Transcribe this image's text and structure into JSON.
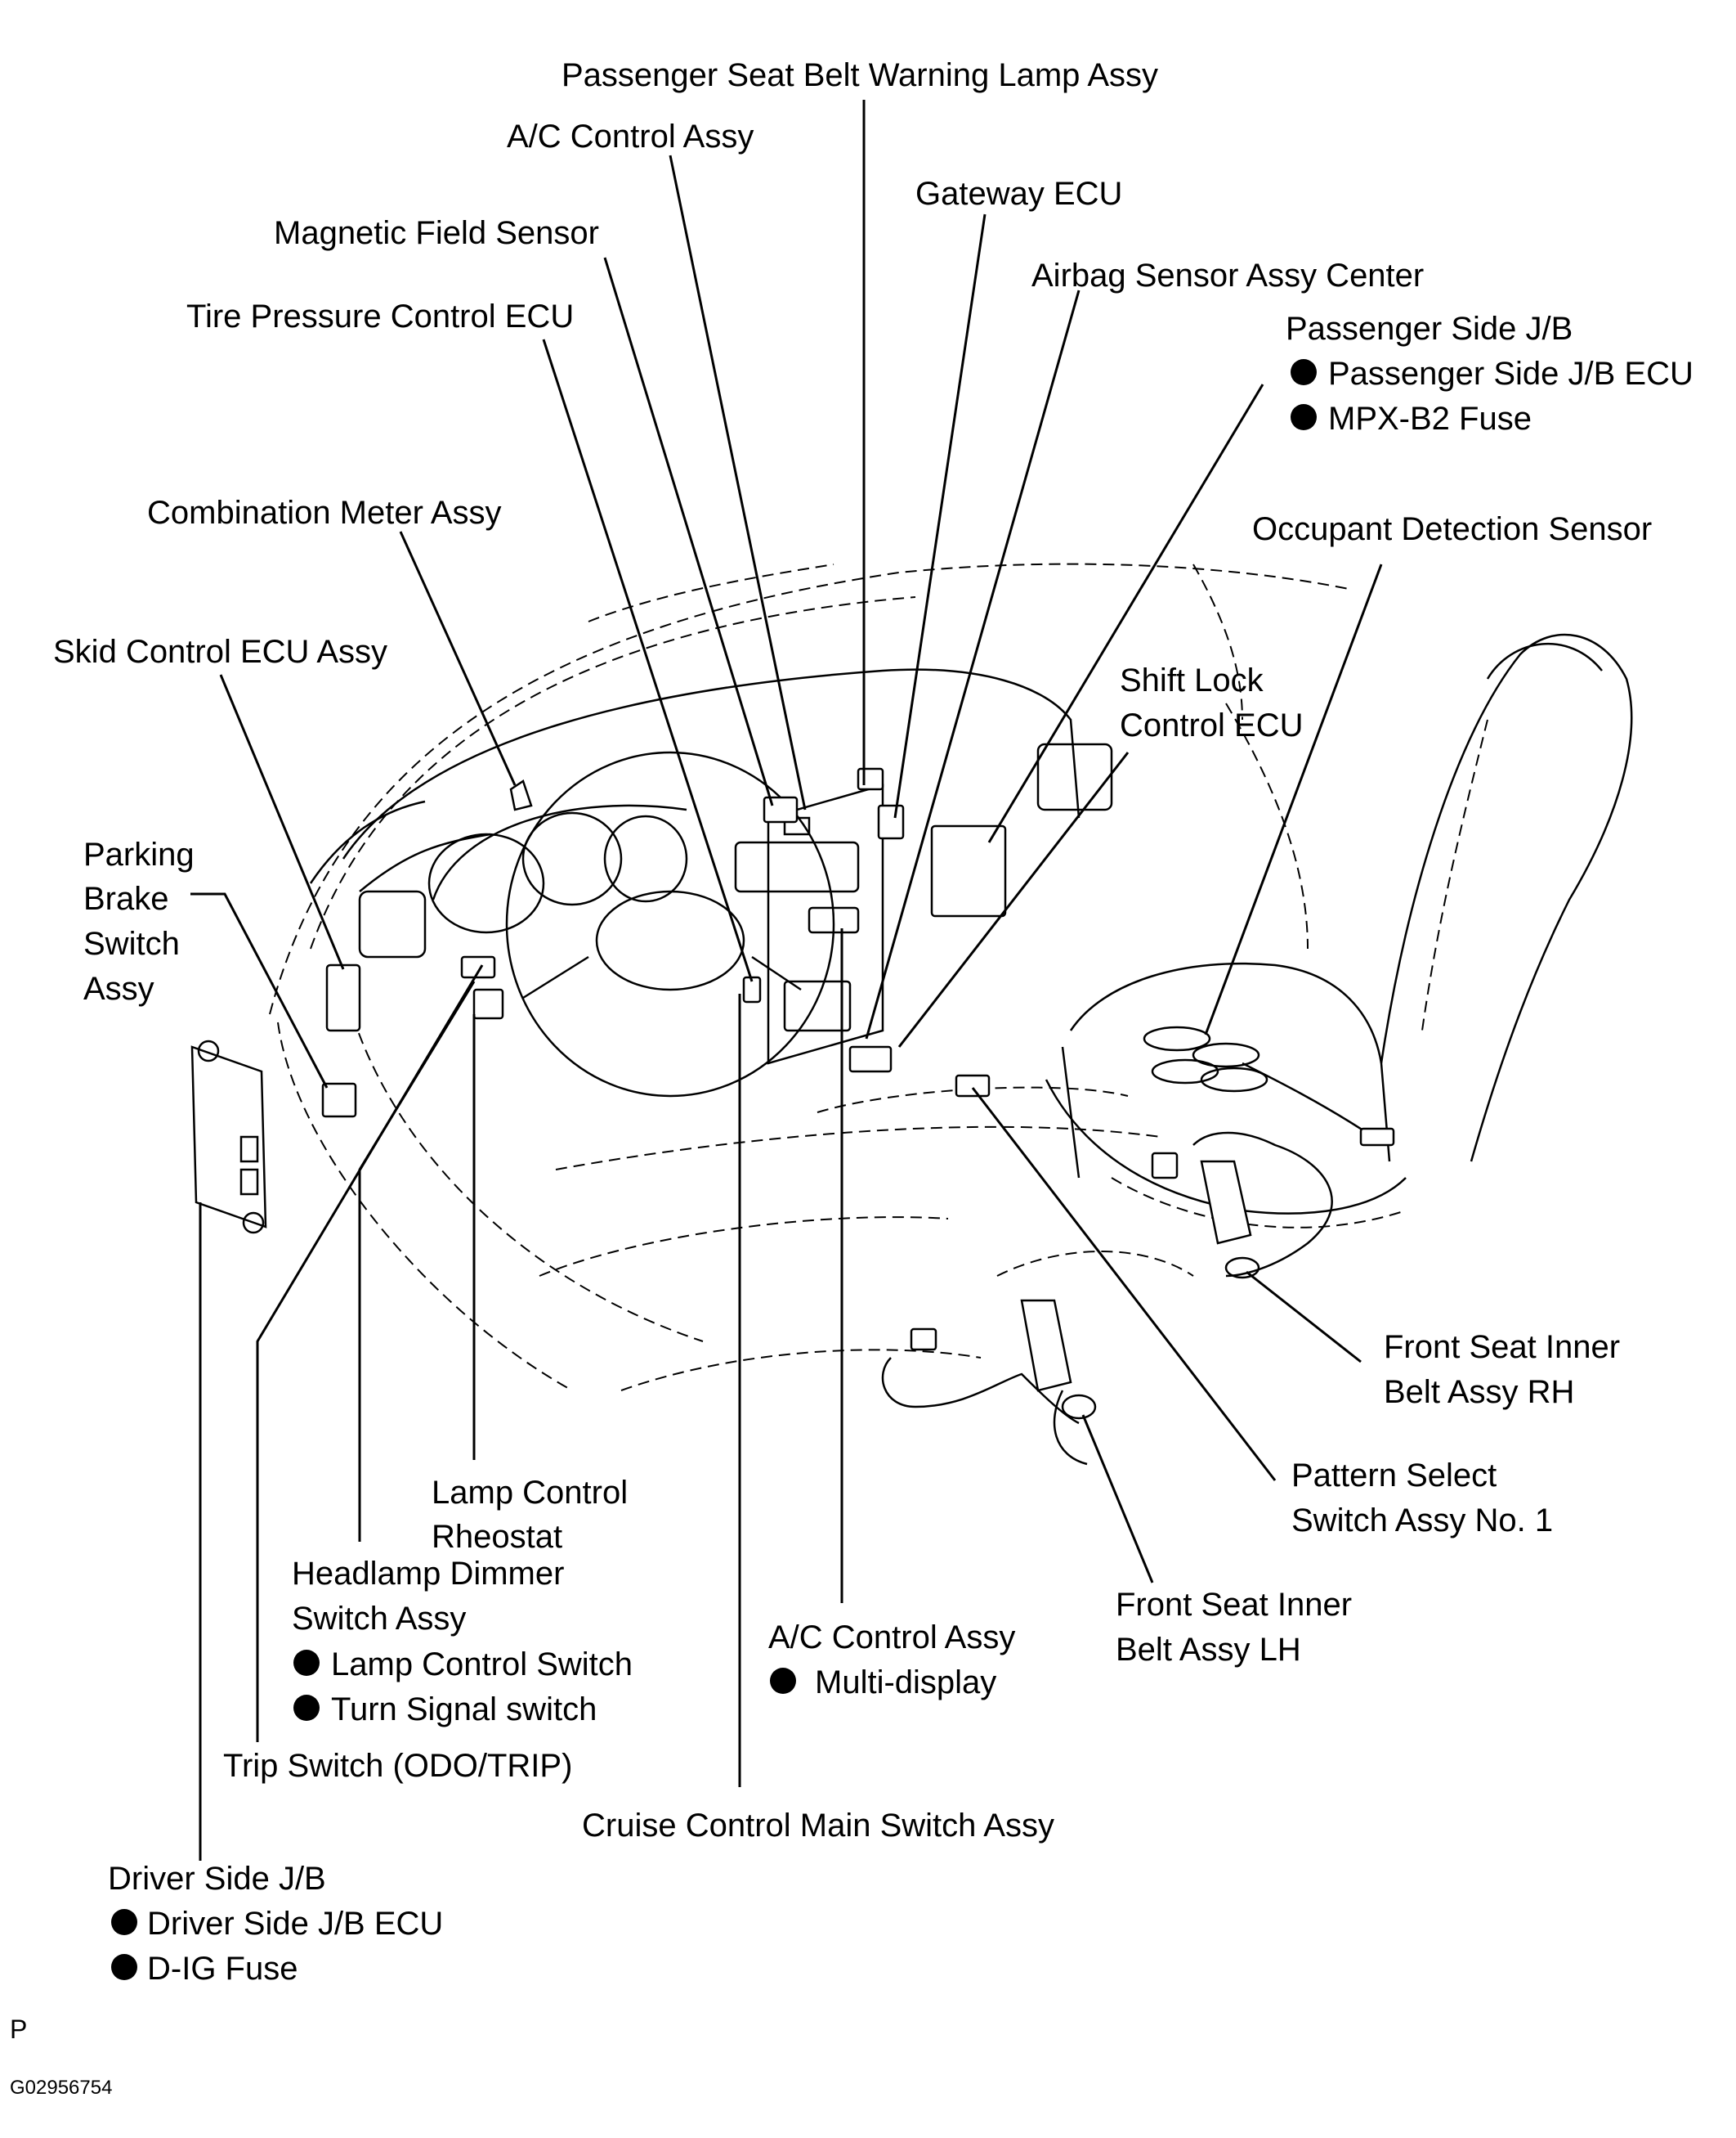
{
  "labels": {
    "passenger_seat_belt_warning_lamp": "Passenger Seat Belt Warning Lamp Assy",
    "ac_control_assy_top": "A/C Control Assy",
    "gateway_ecu": "Gateway ECU",
    "magnetic_field_sensor": "Magnetic Field Sensor",
    "airbag_sensor_assy_center": "Airbag Sensor Assy Center",
    "tire_pressure_control_ecu": "Tire Pressure Control ECU",
    "passenger_side_jb": {
      "title": "Passenger Side J/B",
      "items": [
        "Passenger Side J/B ECU",
        "MPX-B2 Fuse"
      ]
    },
    "combination_meter_assy": "Combination Meter Assy",
    "occupant_detection_sensor": "Occupant Detection Sensor",
    "skid_control_ecu_assy": "Skid Control ECU Assy",
    "shift_lock_control_ecu": [
      "Shift Lock",
      "Control ECU"
    ],
    "parking_brake_switch_assy": [
      "Parking",
      "Brake",
      "Switch",
      "Assy"
    ],
    "front_seat_inner_belt_rh": [
      "Front Seat Inner",
      "Belt Assy RH"
    ],
    "lamp_control_rheostat": [
      "Lamp Control",
      "Rheostat"
    ],
    "pattern_select_switch": [
      "Pattern Select",
      "Switch Assy No. 1"
    ],
    "headlamp_dimmer_switch": {
      "title": [
        "Headlamp Dimmer",
        "Switch Assy"
      ],
      "items": [
        "Lamp Control Switch",
        "Turn Signal switch"
      ]
    },
    "front_seat_inner_belt_lh": [
      "Front Seat Inner",
      "Belt Assy LH"
    ],
    "ac_control_assy_bottom": {
      "title": "A/C Control Assy",
      "items": [
        "Multi-display"
      ]
    },
    "trip_switch": "Trip Switch (ODO/TRIP)",
    "cruise_control_main_switch": "Cruise Control Main Switch Assy",
    "driver_side_jb": {
      "title": "Driver Side J/B",
      "items": [
        "Driver Side J/B ECU",
        "D-IG Fuse"
      ]
    }
  },
  "footer": {
    "letter": "P",
    "figure_code": "G02956754"
  }
}
